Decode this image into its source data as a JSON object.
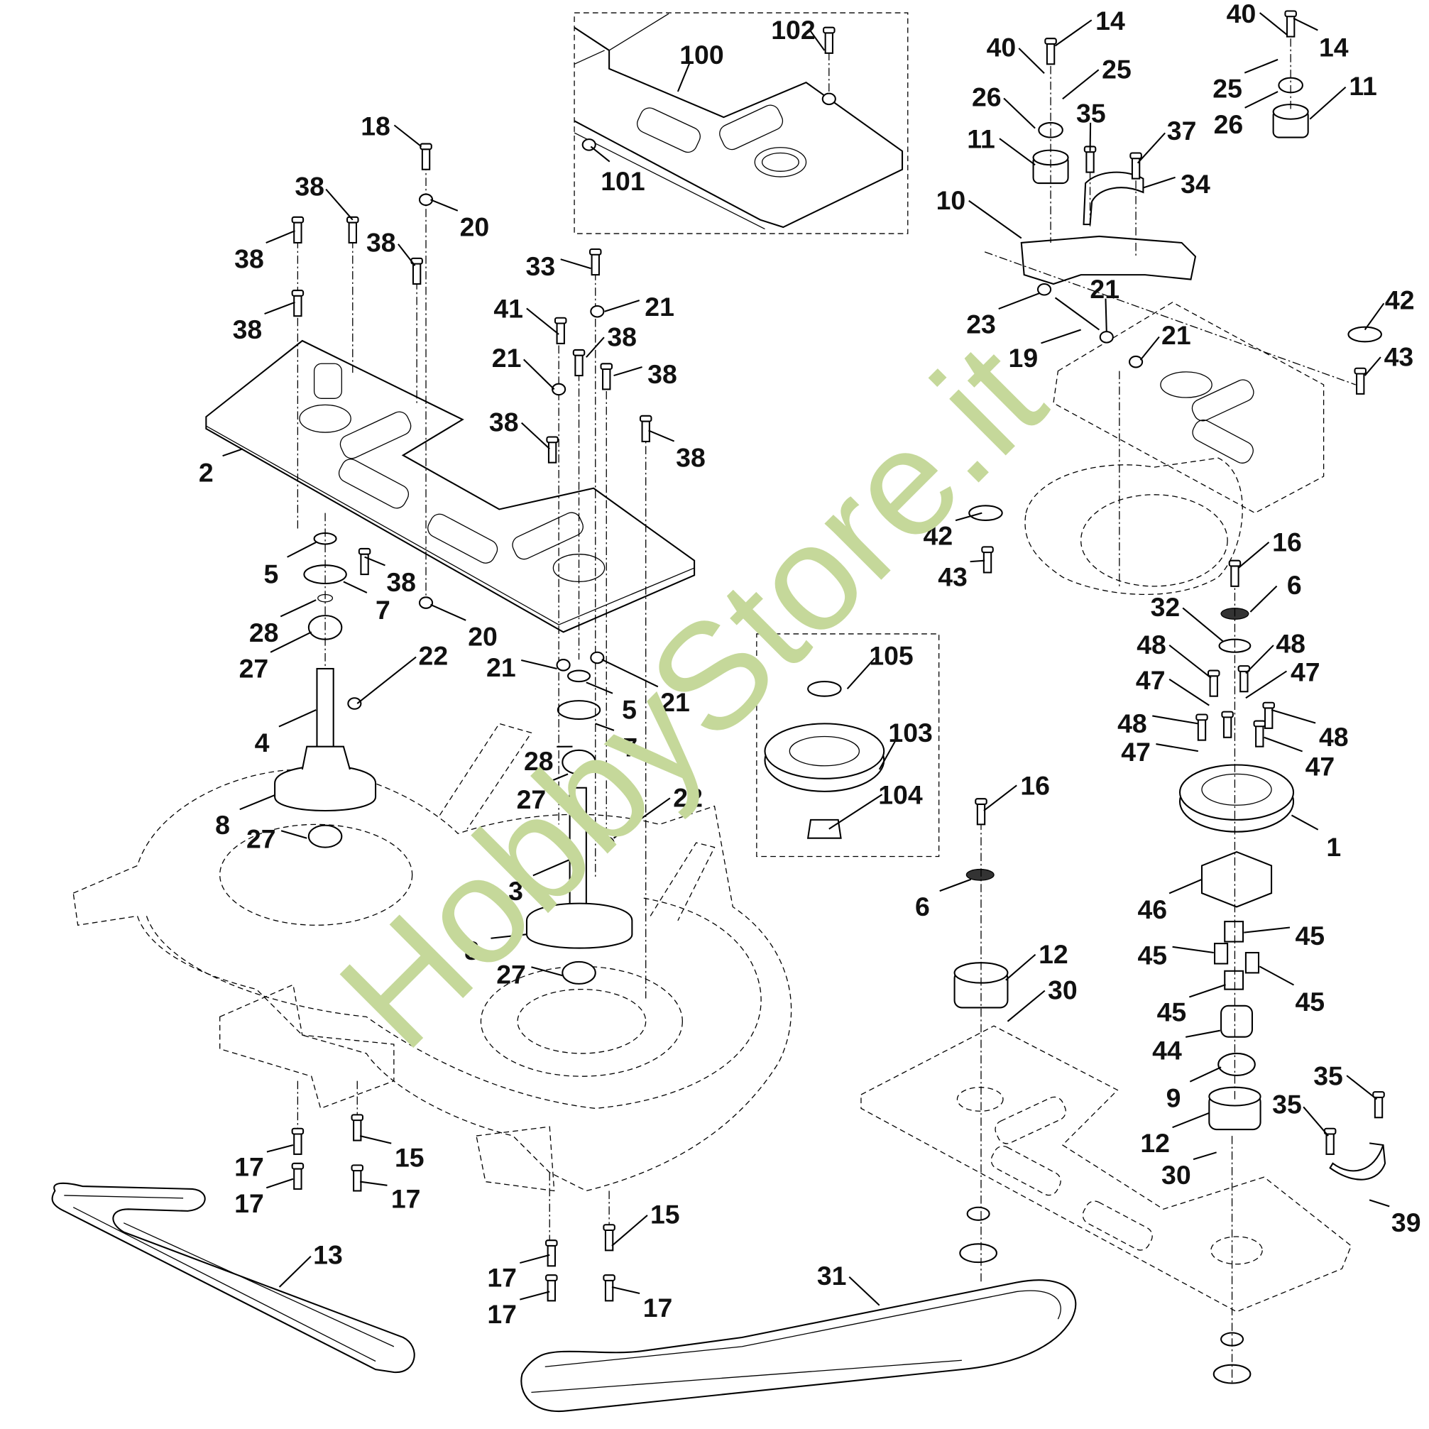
{
  "watermark": "HobbyStore.it",
  "watermark_color": "#c5d89a",
  "callouts": [
    "102",
    "100",
    "101",
    "18",
    "38",
    "20",
    "38",
    "38",
    "38",
    "2",
    "33",
    "21",
    "41",
    "38",
    "21",
    "38",
    "38",
    "38",
    "5",
    "38",
    "7",
    "28",
    "20",
    "27",
    "22",
    "21",
    "21",
    "5",
    "4",
    "7",
    "28",
    "27",
    "22",
    "8",
    "27",
    "3",
    "8",
    "27",
    "105",
    "103",
    "104",
    "17",
    "15",
    "17",
    "17",
    "15",
    "17",
    "17",
    "17",
    "13",
    "31",
    "14",
    "40",
    "25",
    "26",
    "35",
    "11",
    "37",
    "34",
    "10",
    "21",
    "23",
    "21",
    "19",
    "40",
    "14",
    "25",
    "11",
    "26",
    "42",
    "43",
    "42",
    "43",
    "16",
    "6",
    "32",
    "48",
    "48",
    "47",
    "47",
    "48",
    "48",
    "47",
    "47",
    "1",
    "16",
    "6",
    "46",
    "45",
    "45",
    "45",
    "45",
    "12",
    "30",
    "44",
    "9",
    "35",
    "35",
    "12",
    "30",
    "39"
  ]
}
